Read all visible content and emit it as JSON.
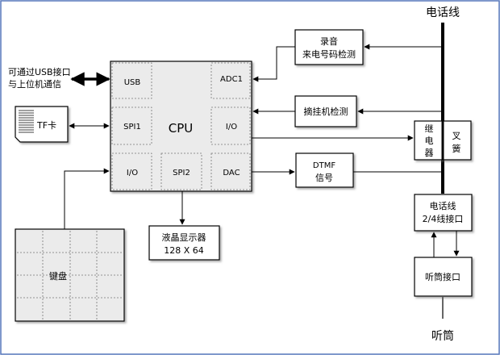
{
  "labels": {
    "phone_line_top": "电话线",
    "handset_bottom": "听筒",
    "usb_comm_line1": "可通过USB接口",
    "usb_comm_line2": "与上位机通信",
    "tf_card": "TF卡",
    "keyboard": "键盘"
  },
  "cpu": {
    "title": "CPU",
    "ports": {
      "usb": "USB",
      "adc1": "ADC1",
      "spi1": "SPI1",
      "io_right": "I/O",
      "io_left": "I/O",
      "spi2": "SPI2",
      "dac": "DAC"
    }
  },
  "blocks": {
    "recording_line1": "录音",
    "recording_line2": "来电号码检测",
    "offhook": "摘挂机检测",
    "dtmf_line1": "DTMF",
    "dtmf_line2": "信号",
    "relay_line1": "继",
    "relay_line2": "电",
    "relay_line3": "器",
    "reed_line1": "叉",
    "reed_line2": "簧",
    "phone_iface_line1": "电话线",
    "phone_iface_line2": "2/4线接口",
    "handset_iface": "听筒接口",
    "lcd_line1": "液晶显示器",
    "lcd_line2": "128 X 64"
  },
  "colors": {
    "background": "#ffffff",
    "cpu_fill": "#ebebeb",
    "keyboard_fill": "#ebebeb",
    "line": "#000000",
    "grid_dotted": "#777777",
    "frame": "#5577bb"
  }
}
